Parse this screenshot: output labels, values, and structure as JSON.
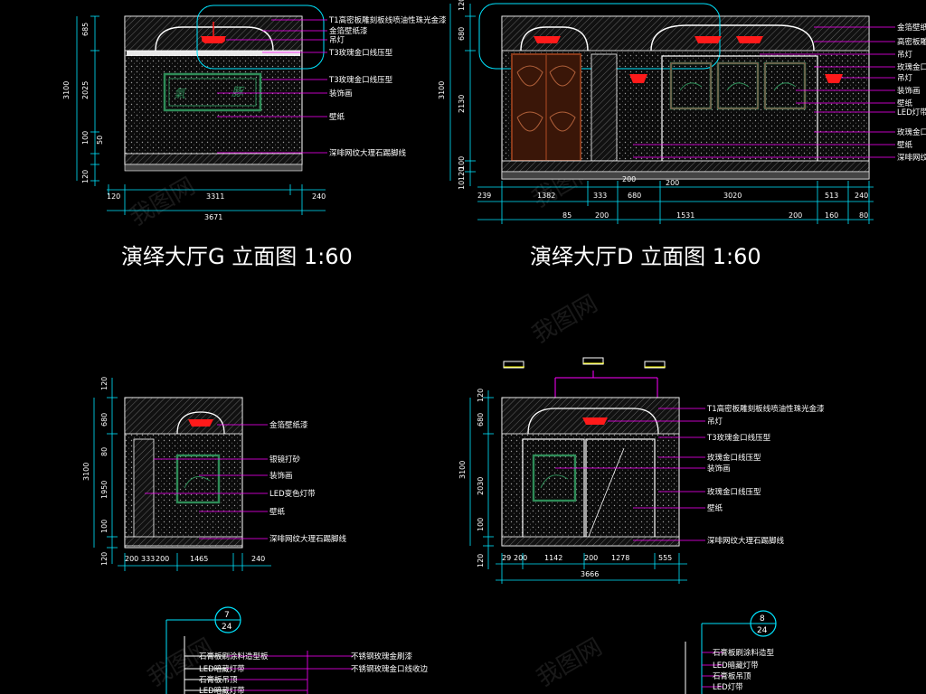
{
  "drawings": {
    "g": {
      "title": "演绎大厅G 立面图 1:60",
      "labels": [
        "T1高密板雕刻板线喷油性珠光金漆",
        "金箔壁纸漆",
        "吊灯",
        "T3玫瑰金口线压型",
        "T3玫瑰金口线压型",
        "装饰画",
        "壁纸",
        "深啡网纹大理石踢脚线"
      ],
      "vdims": [
        "685",
        "3100",
        "2025",
        "100",
        "50",
        "120"
      ],
      "hdims": [
        "120",
        "3311",
        "240",
        "3671"
      ]
    },
    "d": {
      "title": "演绎大厅D 立面图 1:60",
      "labels": [
        "金箔壁纸漆",
        "高密板雕刻",
        "吊灯",
        "玫瑰金口线",
        "吊灯",
        "装饰画",
        "壁纸",
        "LED灯带",
        "玫瑰金口线",
        "壁纸",
        "深啡网纹"
      ],
      "vdims": [
        "120",
        "680",
        "3100",
        "2130",
        "100",
        "120",
        "10"
      ],
      "hdims_top": [
        "200",
        "200"
      ],
      "hdims": [
        "239",
        "1382",
        "333",
        "680",
        "3020",
        "513",
        "240",
        "85",
        "200",
        "1531",
        "200",
        "160",
        "80"
      ]
    },
    "e": {
      "labels": [
        "金箔壁纸漆",
        "银镜打砂",
        "装饰画",
        "LED变色灯带",
        "壁纸",
        "深啡网纹大理石踢脚线"
      ],
      "vdims": [
        "120",
        "680",
        "3100",
        "80",
        "1950",
        "100",
        "120"
      ],
      "hdims": [
        "200",
        "333",
        "200",
        "1465",
        "240"
      ]
    },
    "f": {
      "labels": [
        "T1高密板雕刻板线喷油性珠光金漆",
        "吊灯",
        "T3玫瑰金口线压型",
        "玫瑰金口线压型",
        "装饰画",
        "玫瑰金口线压型",
        "壁纸",
        "深啡网纹大理石踢脚线"
      ],
      "vdims": [
        "120",
        "680",
        "3100",
        "2030",
        "100",
        "120"
      ],
      "hdims": [
        "29",
        "200",
        "1142",
        "200",
        "1278",
        "555",
        "3666"
      ]
    },
    "detail_left": {
      "bubble_top": "7",
      "bubble_bottom": "24",
      "labels": [
        "石膏板刷涂料造型板",
        "LED暗藏灯带",
        "石膏板吊顶",
        "LED暗藏灯带"
      ],
      "right_labels": [
        "不锈钢玫瑰金刷漆",
        "不锈钢玫瑰金口线收边"
      ]
    },
    "detail_right": {
      "bubble_top": "8",
      "bubble_bottom": "24",
      "labels": [
        "石膏板刷涂料造型",
        "LED暗藏灯带",
        "石膏板吊顶",
        "LED灯带"
      ]
    },
    "watermark": "我图网"
  },
  "colors": {
    "background": "#000000",
    "line": "#ffffff",
    "dim": "#00e5ff",
    "leader": "#ff00ff",
    "lamp": "#ff1a1a",
    "frame": "#2e8b57",
    "door": "#8a3a1a",
    "hatch": "#7f7f7f",
    "marker": "#ffff00"
  }
}
